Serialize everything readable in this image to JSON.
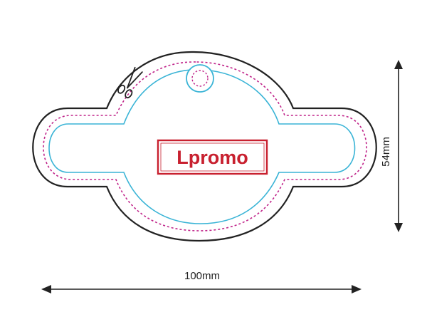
{
  "logo": {
    "text": "Lpromo",
    "color": "#c8202f"
  },
  "dimensions": {
    "width_label": "100mm",
    "height_label": "54mm"
  },
  "colors": {
    "outline": "#222222",
    "bleed_dotted": "#c0248a",
    "safe_line": "#3ab4d6"
  },
  "icons": {
    "cut_marker": "scissors-icon",
    "hole": "punch-hole"
  }
}
